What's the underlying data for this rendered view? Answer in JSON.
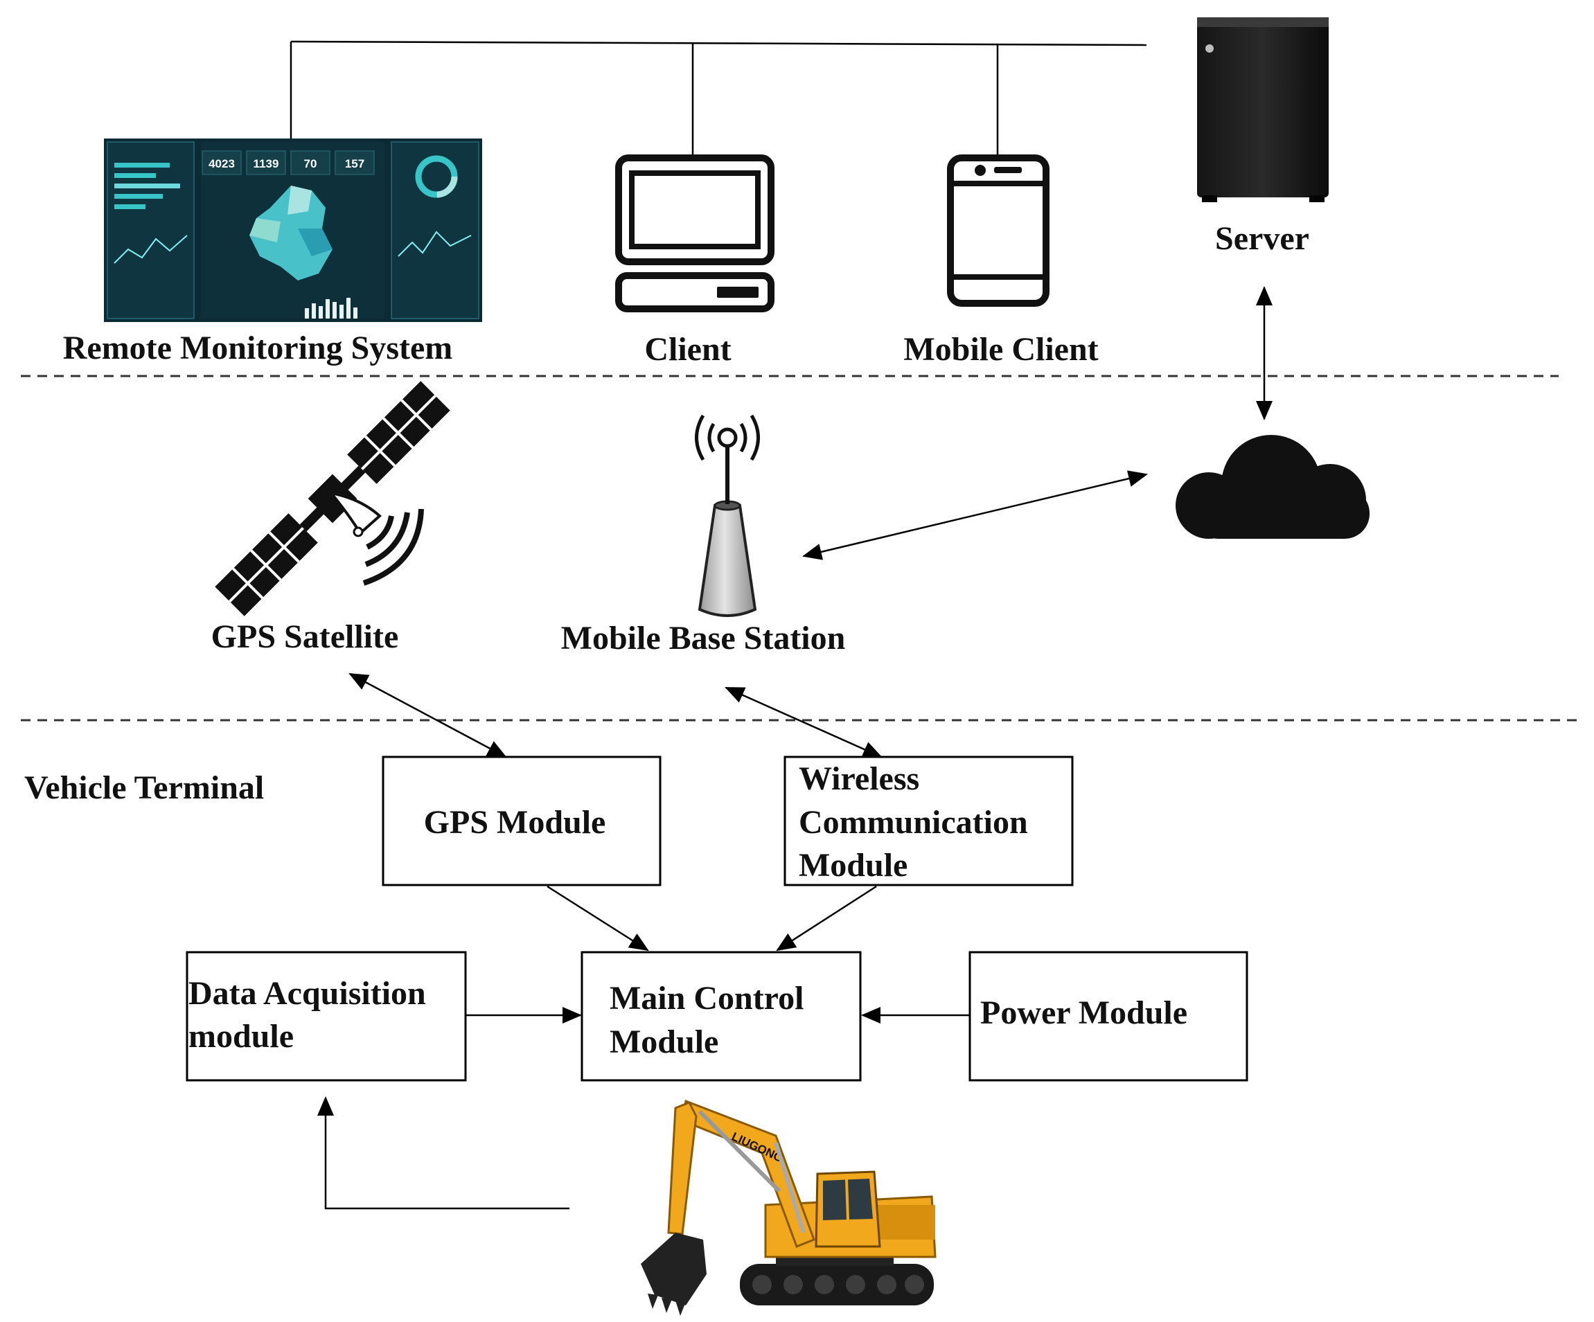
{
  "tiers": {
    "top": {
      "remote_monitoring_label": "Remote Monitoring System",
      "client_label": "Client",
      "mobile_client_label": "Mobile Client",
      "server_label": "Server",
      "dashboard": {
        "stat_1": "4023",
        "stat_2": "1139",
        "stat_3": "70",
        "stat_4": "157"
      }
    },
    "middle": {
      "gps_satellite_label": "GPS Satellite",
      "base_station_label": "Mobile Base Station"
    },
    "bottom": {
      "section_label": "Vehicle Terminal",
      "gps_module_label": "GPS Module",
      "wireless_module_lines": [
        "Wireless",
        "Communication",
        "Module"
      ],
      "main_control_lines": [
        "Main Control",
        "Module"
      ],
      "data_acquisition_lines": [
        "Data Acquisition",
        "module"
      ],
      "power_module_label": "Power Module",
      "excavator_brand": "LIUGONG"
    }
  },
  "colors": {
    "excavator_yellow": "#f2a81d",
    "dashboard_bg": "#0b2a33",
    "dashboard_accent": "#38c5c8"
  }
}
